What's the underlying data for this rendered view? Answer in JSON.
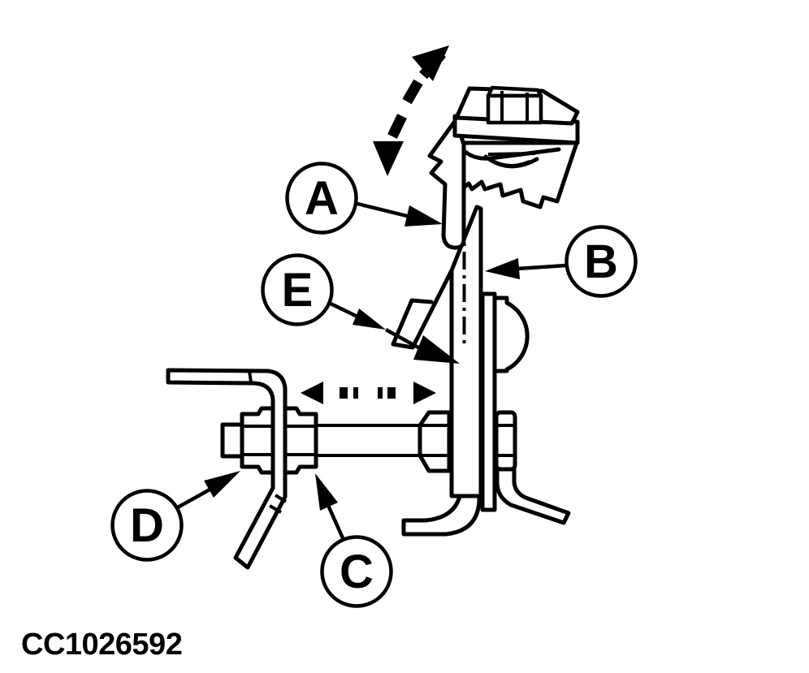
{
  "figure": {
    "code": "CC1026592",
    "type": "technical-line-diagram",
    "background_color": "#ffffff",
    "line_color": "#000000"
  },
  "callouts": [
    {
      "label": "A"
    },
    {
      "label": "B"
    },
    {
      "label": "C"
    },
    {
      "label": "D"
    },
    {
      "label": "E"
    }
  ],
  "icons": {
    "rotation_arrow": "curved-dashed-double-arrow",
    "slide_arrow": "horizontal-dashed-double-arrow"
  }
}
